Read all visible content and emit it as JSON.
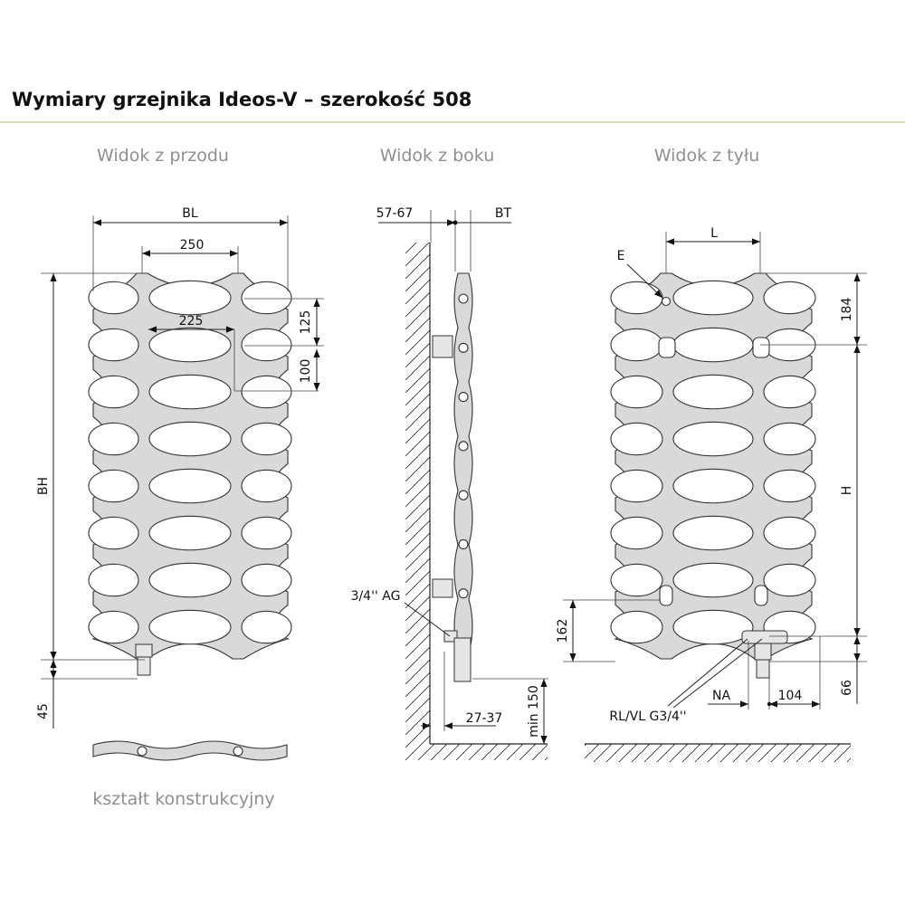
{
  "header": {
    "title": "Wymiary grzejnika Ideos-V – szerokość 508",
    "rule_color": "#c8d59a"
  },
  "views": {
    "front": "Widok z przodu",
    "side": "Widok z boku",
    "back": "Widok z tyłu",
    "section": "kształt konstrukcyjny"
  },
  "front_dims": {
    "bl": "BL",
    "d250": "250",
    "d225": "225",
    "d125": "125",
    "d100": "100",
    "bh": "BH",
    "d45": "45"
  },
  "side_dims": {
    "d5767": "57-67",
    "bt": "BT",
    "ag": "3/4'' AG",
    "d2737": "27-37",
    "min150": "min 150"
  },
  "back_dims": {
    "l": "L",
    "e": "E",
    "d184": "184",
    "h": "H",
    "d162": "162",
    "d66": "66",
    "na": "NA",
    "d104": "104",
    "rlvl": "RL/VL G3/4''"
  },
  "colors": {
    "radiator_fill": "#d9d9d9",
    "line": "#222222",
    "view_title": "#8f8f8f"
  }
}
